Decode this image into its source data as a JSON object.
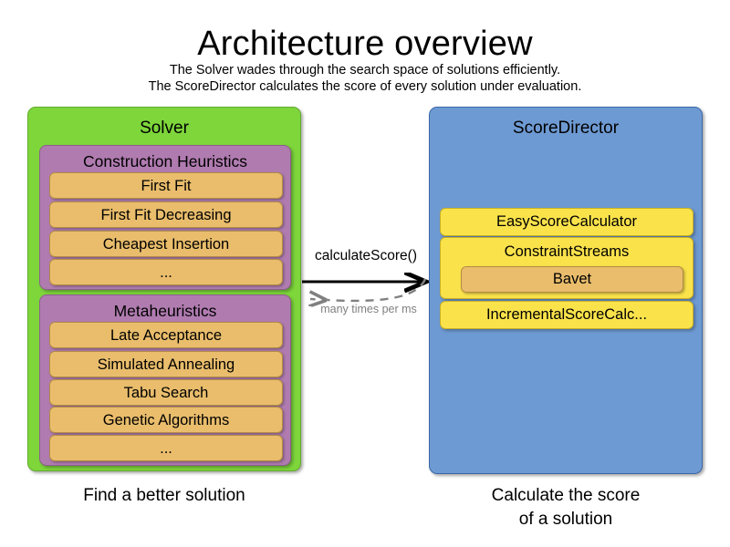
{
  "header": {
    "title": "Architecture overview",
    "subtitle_line1": "The Solver wades through the search space of solutions efficiently.",
    "subtitle_line2": "The ScoreDirector calculates the score of every solution under evaluation."
  },
  "colors": {
    "solver_panel": "#7ED63B",
    "scoredirector_panel": "#6E9AD3",
    "group": "#B07CB0",
    "item": "#E9BD6C",
    "calculator": "#FAE24B",
    "arrow_primary": "#000000",
    "arrow_secondary": "#808080"
  },
  "solver": {
    "title": "Solver",
    "caption": "Find a better solution",
    "groups": [
      {
        "title": "Construction Heuristics",
        "items": [
          {
            "label": "First Fit"
          },
          {
            "label": "First Fit Decreasing"
          },
          {
            "label": "Cheapest Insertion"
          },
          {
            "label": "..."
          }
        ]
      },
      {
        "title": "Metaheuristics",
        "items": [
          {
            "label": "Late Acceptance"
          },
          {
            "label": "Simulated Annealing"
          },
          {
            "label": "Tabu Search"
          },
          {
            "label": "Genetic Algorithms"
          },
          {
            "label": "..."
          }
        ]
      }
    ]
  },
  "scoredirector": {
    "title": "ScoreDirector",
    "caption_line1": "Calculate the score",
    "caption_line2": "of a solution",
    "calculators": [
      {
        "label": "EasyScoreCalculator"
      },
      {
        "label": "ConstraintStreams",
        "child": {
          "label": "Bavet"
        }
      },
      {
        "label": "IncrementalScoreCalc..."
      }
    ]
  },
  "arrows": {
    "primary_label": "calculateScore()",
    "secondary_label": "many times per ms"
  }
}
